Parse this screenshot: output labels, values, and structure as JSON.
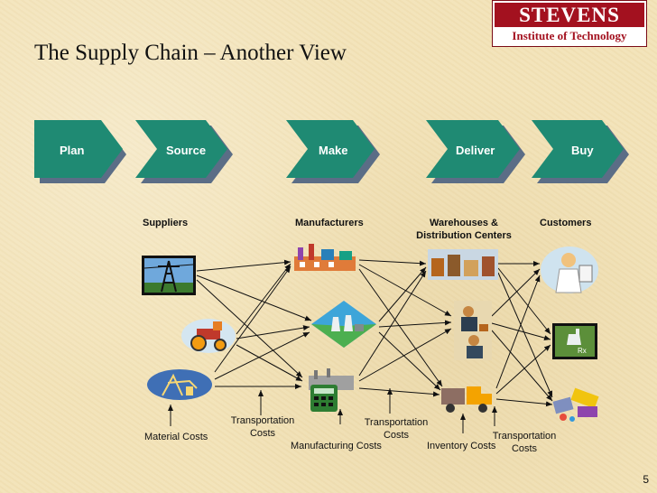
{
  "logo": {
    "line1": "STEVENS",
    "line2": "Institute of Technology"
  },
  "title": "The Supply Chain – Another View",
  "stages": [
    "Plan",
    "Source",
    "Make",
    "Deliver",
    "Buy"
  ],
  "columns": {
    "suppliers": "Suppliers",
    "manufacturers": "Manufacturers",
    "warehouses_line1": "Warehouses &",
    "warehouses_line2": "Distribution Centers",
    "customers": "Customers"
  },
  "costs": {
    "material": "Material Costs",
    "transport1_line1": "Transportation",
    "transport1_line2": "Costs",
    "manufacturing": "Manufacturing Costs",
    "transport2_line1": "Transportation",
    "transport2_line2": "Costs",
    "inventory": "Inventory Costs",
    "transport3_line1": "Transportation",
    "transport3_line2": "Costs"
  },
  "icons": {
    "suppliers": [
      "power-tower-icon",
      "tractor-icon",
      "oil-pump-icon"
    ],
    "manufacturers": [
      "factory-icon",
      "power-plant-icon",
      "calculator-icon"
    ],
    "warehouses": [
      "warehouse-icon",
      "workers-icon",
      "truck-icon"
    ],
    "customers": [
      "doctor-icon",
      "pharmacy-icon",
      "pills-icon"
    ]
  },
  "colors": {
    "arrow": "#1f8a73",
    "arrow_shadow": "#5b6d86",
    "accent": "#a3111f"
  },
  "page_number": "5"
}
